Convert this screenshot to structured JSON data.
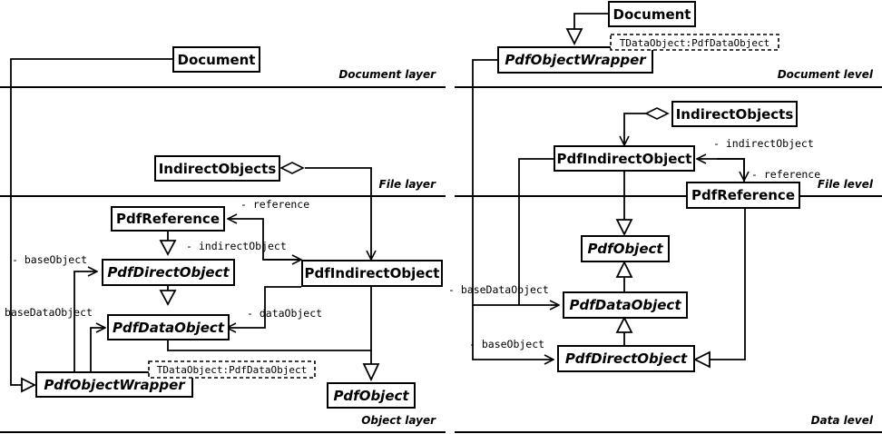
{
  "left": {
    "layers": {
      "document": "Document layer",
      "file": "File layer",
      "object": "Object layer"
    },
    "classes": {
      "document": "Document",
      "indirect_objects": "IndirectObjects",
      "pdf_reference": "PdfReference",
      "pdf_indirect_object": "PdfIndirectObject",
      "pdf_direct_object": "PdfDirectObject",
      "pdf_data_object": "PdfDataObject",
      "pdf_object_wrapper": "PdfObjectWrapper",
      "pdf_object": "PdfObject"
    },
    "template_param": "TDataObject:PdfDataObject",
    "roles": {
      "reference": "- reference",
      "indirect_object": "- indirectObject",
      "base_object": "- baseObject",
      "base_data_object": "baseDataObject",
      "data_object": "- dataObject"
    }
  },
  "right": {
    "levels": {
      "document": "Document level",
      "file": "File level",
      "data": "Data level"
    },
    "classes": {
      "document": "Document",
      "pdf_object_wrapper": "PdfObjectWrapper",
      "indirect_objects": "IndirectObjects",
      "pdf_indirect_object": "PdfIndirectObject",
      "pdf_reference": "PdfReference",
      "pdf_object": "PdfObject",
      "pdf_data_object": "PdfDataObject",
      "pdf_direct_object": "PdfDirectObject"
    },
    "template_param": "TDataObject:PdfDataObject",
    "roles": {
      "indirect_object": "- indirectObject",
      "reference": "- reference",
      "base_data_object": "- baseDataObject",
      "base_object": "- baseObject"
    }
  }
}
